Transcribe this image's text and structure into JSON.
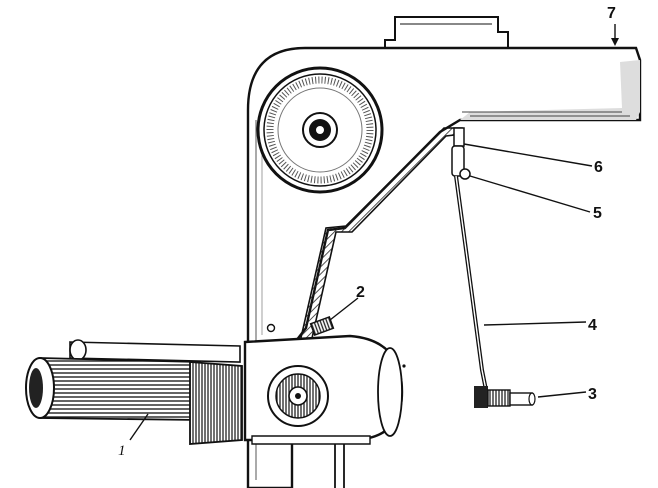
{
  "figure": {
    "callouts": [
      {
        "id": "1",
        "text": "1"
      },
      {
        "id": "2",
        "text": "2"
      },
      {
        "id": "3",
        "text": "3"
      },
      {
        "id": "4",
        "text": "4"
      },
      {
        "id": "5",
        "text": "5"
      },
      {
        "id": "6",
        "text": "6"
      },
      {
        "id": "7",
        "text": "7"
      }
    ]
  }
}
